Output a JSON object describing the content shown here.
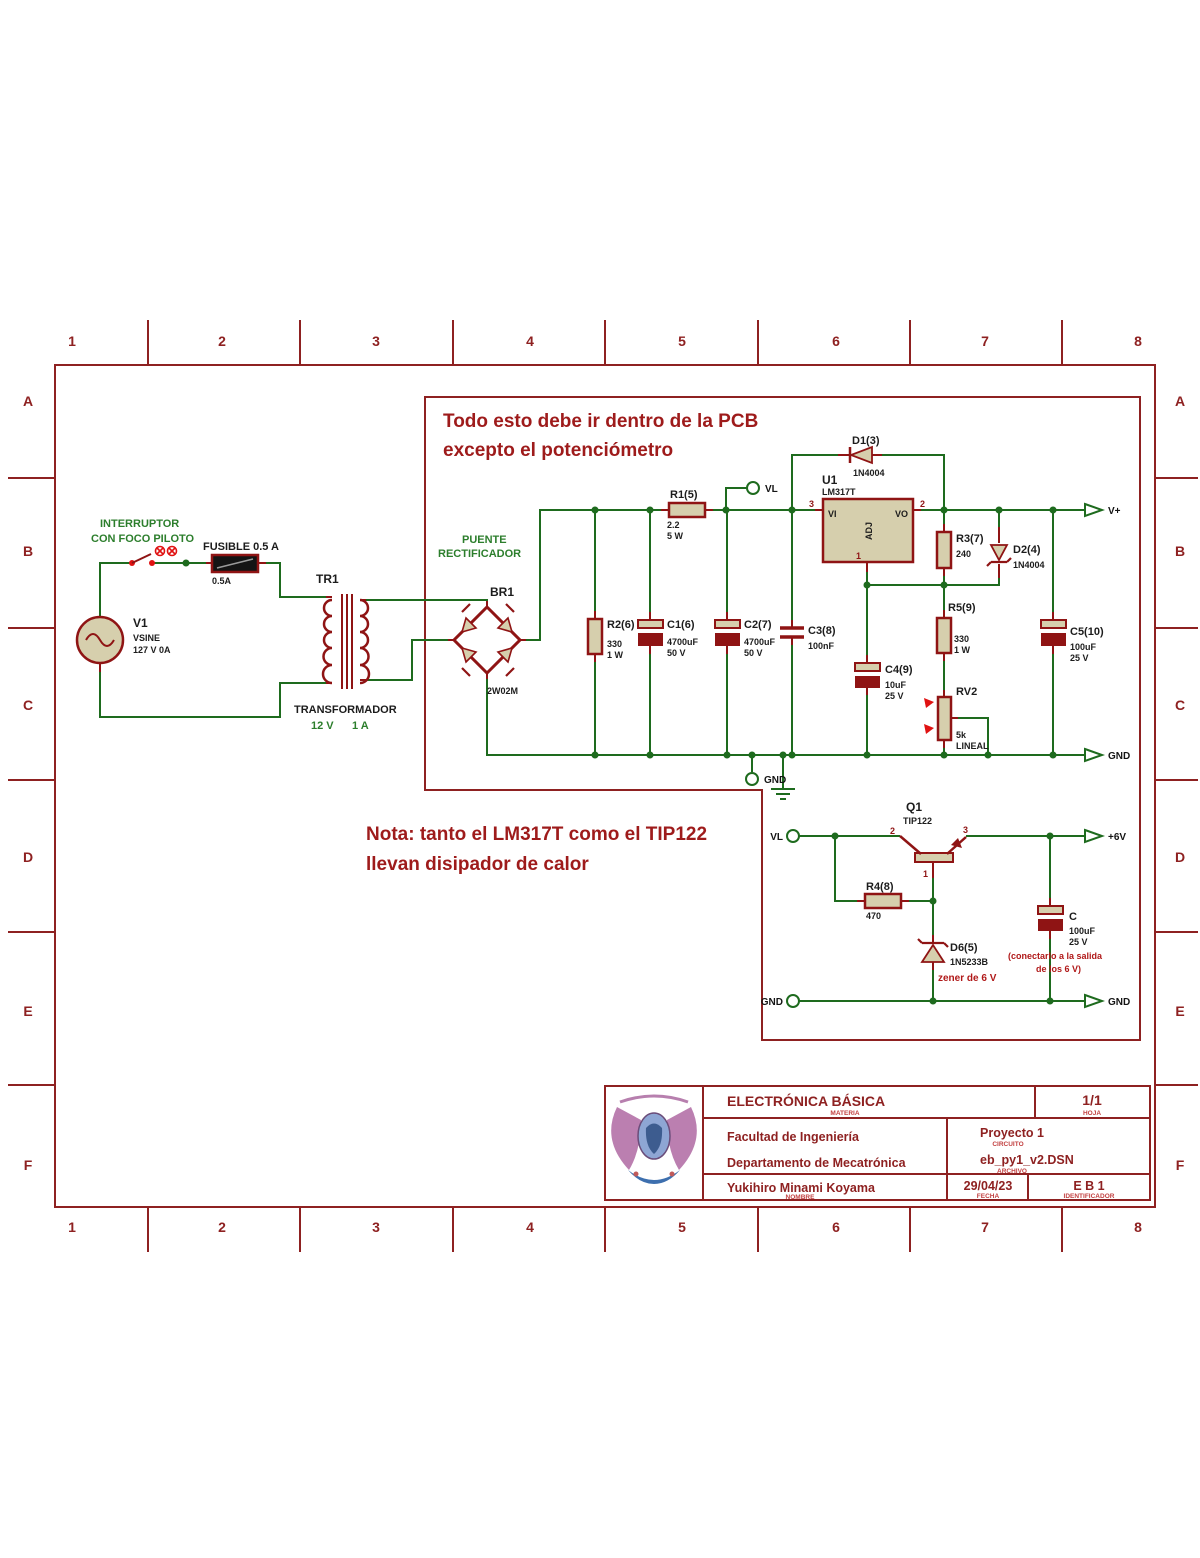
{
  "colors": {
    "frame_red": "#8e2121",
    "component_red": "#8f1414",
    "wire_green": "#1e6b1e",
    "text_green": "#2c7e2c",
    "annotation_red": "#9e1b1b",
    "bright_red": "#e01212",
    "body_fill": "#d6cfad"
  },
  "sheet": {
    "columns": [
      "1",
      "2",
      "3",
      "4",
      "5",
      "6",
      "7",
      "8"
    ],
    "rows": [
      "A",
      "B",
      "C",
      "D",
      "E",
      "F"
    ]
  },
  "notes": {
    "pcb_line1": "Todo esto debe ir dentro de la PCB",
    "pcb_line2": "excepto el potenciómetro",
    "heatsink_line1": "Nota: tanto el LM317T como el TIP122",
    "heatsink_line2": "llevan disipador de calor"
  },
  "terminals": {
    "vl": "VL",
    "gnd": "GND",
    "vplus": "V+",
    "plus6v": "+6V"
  },
  "components": {
    "v1": {
      "ref": "V1",
      "type": "VSINE",
      "value": "127 V 0A"
    },
    "sw": {
      "label1": "INTERRUPTOR",
      "label2": "CON FOCO PILOTO"
    },
    "fuse": {
      "label": "FUSIBLE 0.5 A",
      "value": "0.5A"
    },
    "tr1": {
      "ref": "TR1",
      "label": "TRANSFORMADOR",
      "volts": "12 V",
      "amps": "1 A"
    },
    "br1": {
      "ref": "BR1",
      "value": "2W02M",
      "label1": "PUENTE",
      "label2": "RECTIFICADOR"
    },
    "r1": {
      "ref": "R1(5)",
      "value": "2.2",
      "power": "5 W"
    },
    "r2": {
      "ref": "R2(6)",
      "value": "330",
      "power": "1 W"
    },
    "r3": {
      "ref": "R3(7)",
      "value": "240"
    },
    "r4": {
      "ref": "R4(8)",
      "value": "470"
    },
    "r5": {
      "ref": "R5(9)",
      "value": "330",
      "power": "1 W"
    },
    "c1": {
      "ref": "C1(6)",
      "value": "4700uF",
      "voltage": "50 V"
    },
    "c2": {
      "ref": "C2(7)",
      "value": "4700uF",
      "voltage": "50 V"
    },
    "c3": {
      "ref": "C3(8)",
      "value": "100nF"
    },
    "c4": {
      "ref": "C4(9)",
      "value": "10uF",
      "voltage": "25 V"
    },
    "c5": {
      "ref": "C5(10)",
      "value": "100uF",
      "voltage": "25 V"
    },
    "c6": {
      "ref": "C",
      "value": "100uF",
      "voltage": "25 V",
      "note1": "(conectarlo a la salida",
      "note2": "de los 6 V)"
    },
    "d1": {
      "ref": "D1(3)",
      "value": "1N4004"
    },
    "d2": {
      "ref": "D2(4)",
      "value": "1N4004"
    },
    "d6": {
      "ref": "D6(5)",
      "value": "1N5233B",
      "note": "zener de 6 V"
    },
    "u1": {
      "ref": "U1",
      "value": "LM317T",
      "pin_vi": "VI",
      "pin_vo": "VO",
      "pin_adj": "ADJ",
      "num_in": "3",
      "num_out": "2",
      "num_adj": "1"
    },
    "q1": {
      "ref": "Q1",
      "value": "TIP122",
      "num_b": "1",
      "num_c": "2",
      "num_e": "3"
    },
    "rv2": {
      "ref": "RV2",
      "value": "5k",
      "law": "LINEAL"
    }
  },
  "title_block": {
    "course": "ELECTRÓNICA BÁSICA",
    "course_label": "MATERIA",
    "sheet": "1/1",
    "sheet_label": "HOJA",
    "faculty": "Facultad de Ingeniería",
    "department": "Departamento de Mecatrónica",
    "author": "Yukihiro Minami Koyama",
    "author_label": "NOMBRE",
    "project": "Proyecto 1",
    "project_label": "CIRCUITO",
    "file": "eb_py1_v2.DSN",
    "file_label": "ARCHIVO",
    "date": "29/04/23",
    "date_label": "FECHA",
    "id": "E B 1",
    "id_label": "IDENTIFICADOR"
  }
}
